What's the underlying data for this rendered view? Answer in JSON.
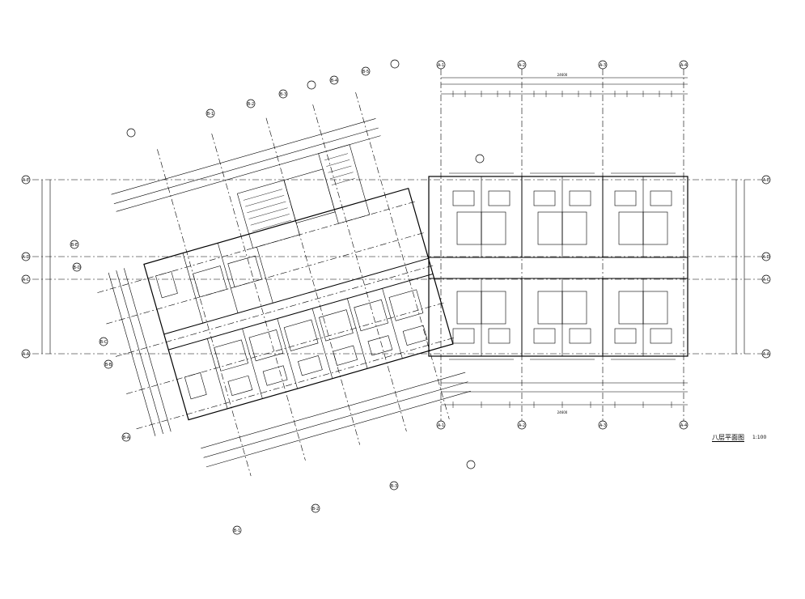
{
  "drawing": {
    "title": "八层平面图",
    "scale": "1:100"
  },
  "grid_labels_top_right": [
    "A-1",
    "A-2",
    "A-3",
    "A-4"
  ],
  "grid_labels_bottom_right": [
    "A-1",
    "A-2",
    "A-3",
    "A-4"
  ],
  "grid_labels_left": [
    "A-E",
    "A-D",
    "A-C",
    "A-A"
  ],
  "grid_labels_right": [
    "A-E",
    "A-D",
    "A-C",
    "A-A"
  ],
  "grid_labels_rotated_top": [
    "B-1",
    "B-2",
    "B-3",
    "B-4",
    "B-5"
  ],
  "grid_labels_rotated_left": [
    "B-E",
    "B-D",
    "B-C",
    "B-B",
    "B-A"
  ],
  "grid_labels_rotated_bottom": [
    "B-1",
    "B-2",
    "B-3"
  ],
  "overall_dims": {
    "top_total": "24600",
    "bottom_total": "24600"
  },
  "colors": {
    "line": "#000000",
    "background": "#ffffff"
  }
}
